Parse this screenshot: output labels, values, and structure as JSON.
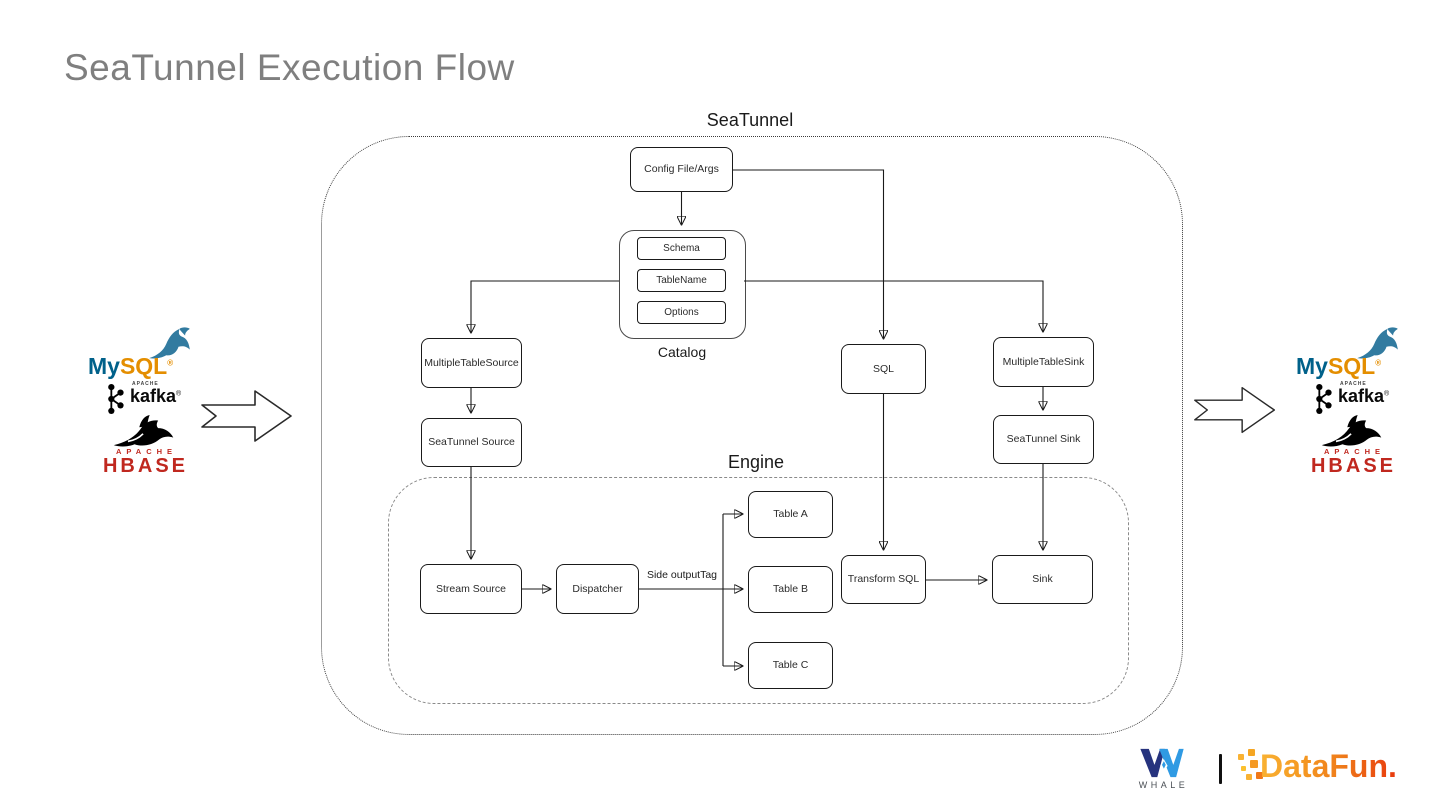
{
  "slide": {
    "title": "SeaTunnel Execution Flow"
  },
  "diagram": {
    "seatunnel_label": "SeaTunnel",
    "catalog_label": "Catalog",
    "engine_label": "Engine",
    "side_output_tag_label": "Side outputTag",
    "nodes": {
      "config_file_args": "Config File/Args",
      "schema": "Schema",
      "tablename": "TableName",
      "options": "Options",
      "multiple_table_source": "MultipleTableSource",
      "seatunnel_source": "SeaTunnel Source",
      "sql": "SQL",
      "multiple_table_sink": "MultipleTableSink",
      "seatunnel_sink": "SeaTunnel Sink",
      "stream_source": "Stream Source",
      "dispatcher": "Dispatcher",
      "table_a": "Table A",
      "table_b": "Table B",
      "table_c": "Table C",
      "transform_sql": "Transform SQL",
      "sink": "Sink"
    }
  },
  "logos": {
    "mysql": {
      "my": "My",
      "sql": "SQL",
      "reg": "®"
    },
    "kafka": {
      "apache": "APACHE",
      "label": "kafka",
      "reg": "®"
    },
    "hbase": {
      "apache": "APACHE",
      "label": "HBASE"
    },
    "whale": {
      "label": "WHALE"
    },
    "divider": "|",
    "datafun": {
      "label": "DataFun."
    }
  },
  "colors": {
    "title_gray": "#7f7f7f",
    "mysql_my_blue": "#00618a",
    "mysql_sql_orange": "#e48e00",
    "kafka_black": "#0a0a0a",
    "hbase_red": "#c0281f",
    "whale_dark_blue": "#26337e",
    "whale_light_blue": "#2f9ae3",
    "datafun_gradient_start": "#f9b233",
    "datafun_gradient_end": "#e8380d"
  }
}
